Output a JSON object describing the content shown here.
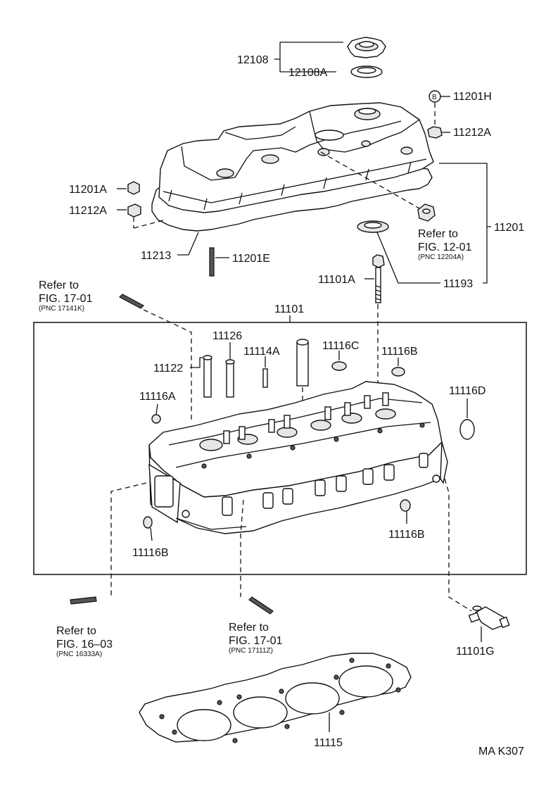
{
  "labels": {
    "p12108": "12108",
    "p12108A": "12108A",
    "p11201H": "11201H",
    "p11201H_mark": "B",
    "p11212A_right": "11212A",
    "p11201A": "11201A",
    "p11212A_left": "11212A",
    "p11201": "11201",
    "p11213": "11213",
    "p11201E": "11201E",
    "p11101A": "11101A",
    "p11193": "11193",
    "p11101": "11101",
    "p11126": "11126",
    "p11114A": "11114A",
    "p11116C": "11116C",
    "p11116B_top": "11116B",
    "p11122": "11122",
    "p11116A": "11116A",
    "p11116D": "11116D",
    "p11116B_left": "11116B",
    "p11116B_right": "11116B",
    "p11101G": "11101G",
    "p11115": "11115",
    "drawing_code": "MA K307"
  },
  "references": {
    "r1201": {
      "line1": "Refer to",
      "line2": "FIG. 12-01",
      "pnc": "(PNC 12204A)"
    },
    "r1701_top": {
      "line1": "Refer to",
      "line2": "FIG. 17-01",
      "pnc": "(PNC 17141K)"
    },
    "r1603": {
      "line1": "Refer to",
      "line2": "FIG. 16–03",
      "pnc": "(PNC 16333A)"
    },
    "r1701_bottom": {
      "line1": "Refer to",
      "line2": "FIG. 17-01",
      "pnc": "(PNC 17111Z)"
    }
  }
}
